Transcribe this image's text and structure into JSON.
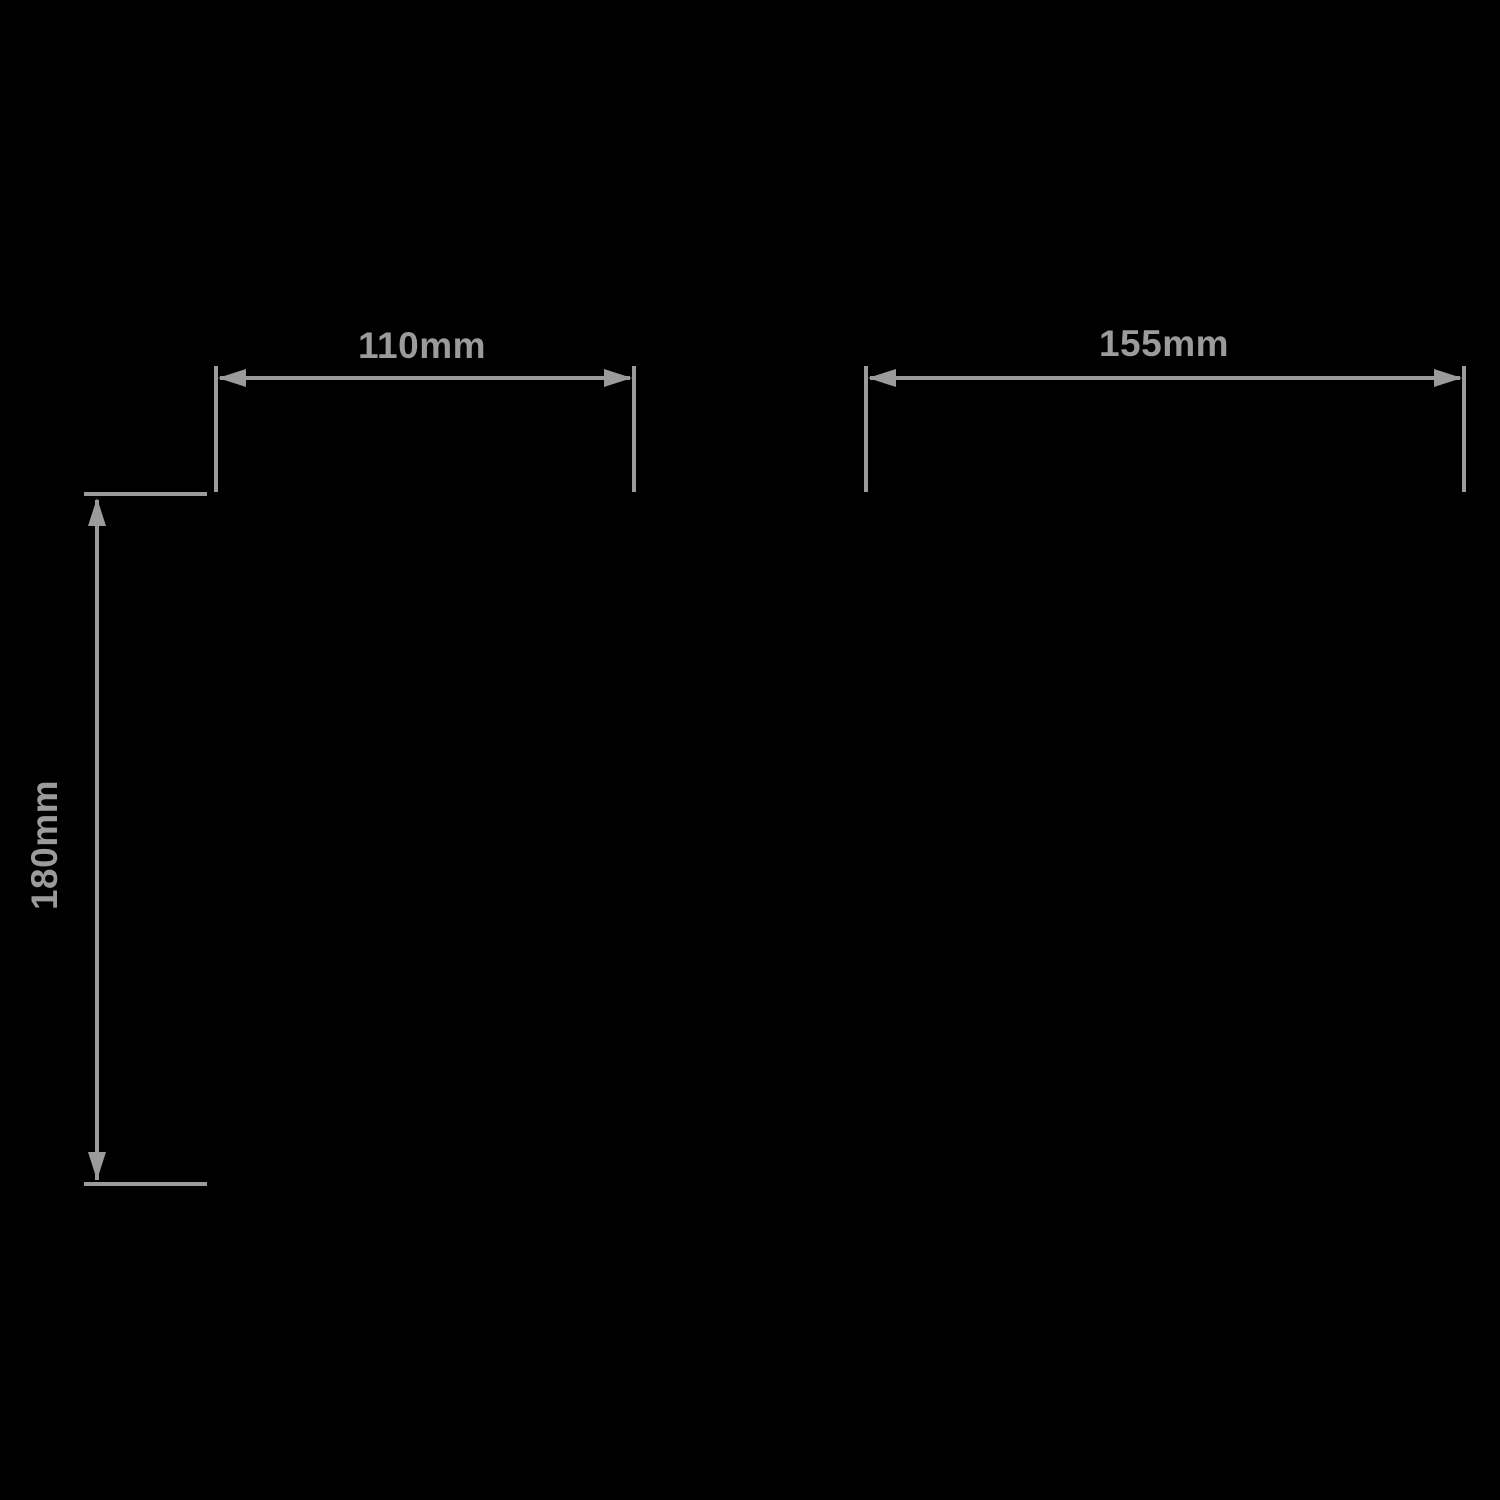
{
  "page": {
    "background_color": "#000000"
  },
  "diagram": {
    "type": "product-dimension-drawing",
    "line_color": "#9b9b9b",
    "dimensions": {
      "top_left_width": {
        "label": "110mm",
        "value_mm": 110,
        "unit": "mm",
        "orientation": "horizontal"
      },
      "top_right_width": {
        "label": "155mm",
        "value_mm": 155,
        "unit": "mm",
        "orientation": "horizontal"
      },
      "left_height": {
        "label": "180mm",
        "value_mm": 180,
        "unit": "mm",
        "orientation": "vertical"
      }
    }
  }
}
